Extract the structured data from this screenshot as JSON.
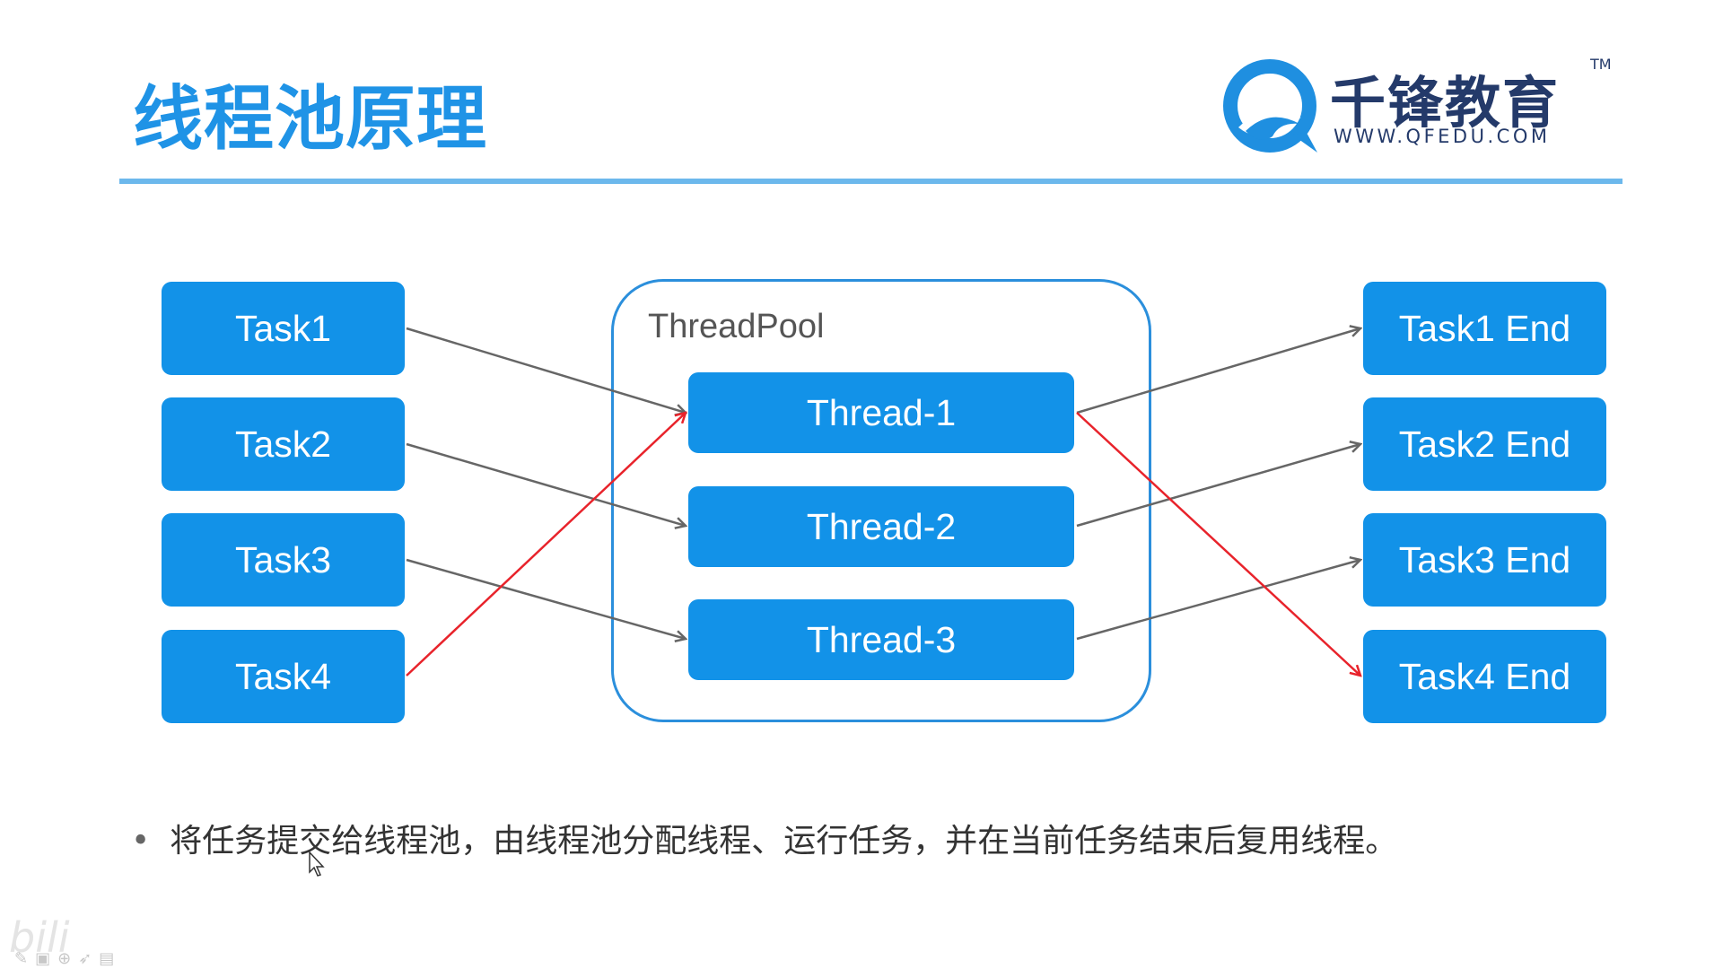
{
  "slide": {
    "title": "线程池原理"
  },
  "logo": {
    "name": "千锋教育",
    "url": "WWW.QFEDU.COM",
    "tm": "TM"
  },
  "diagram": {
    "pool_label": "ThreadPool",
    "tasks": [
      "Task1",
      "Task2",
      "Task3",
      "Task4"
    ],
    "threads": [
      "Thread-1",
      "Thread-2",
      "Thread-3"
    ],
    "ends": [
      "Task1 End",
      "Task2 End",
      "Task3 End",
      "Task4 End"
    ],
    "connections": [
      {
        "from": "Task1",
        "to": "Thread-1",
        "color": "#666666"
      },
      {
        "from": "Task2",
        "to": "Thread-2",
        "color": "#666666"
      },
      {
        "from": "Task3",
        "to": "Thread-3",
        "color": "#666666"
      },
      {
        "from": "Task4",
        "to": "Thread-1",
        "color": "#e8232b"
      },
      {
        "from": "Thread-1",
        "to": "Task1 End",
        "color": "#666666"
      },
      {
        "from": "Thread-2",
        "to": "Task2 End",
        "color": "#666666"
      },
      {
        "from": "Thread-3",
        "to": "Task3 End",
        "color": "#666666"
      },
      {
        "from": "Thread-1",
        "to": "Task4 End",
        "color": "#e8232b"
      }
    ]
  },
  "bullets": [
    "将任务提交给线程池，由线程池分配线程、运行任务，并在当前任务结束后复用线程。"
  ],
  "colors": {
    "accent": "#1f93e6",
    "box_fill": "#1292e8",
    "pool_border": "#2b8fdc",
    "divider": "#6cb8ec",
    "reuse_arrow": "#e8232b",
    "normal_arrow": "#666666"
  }
}
